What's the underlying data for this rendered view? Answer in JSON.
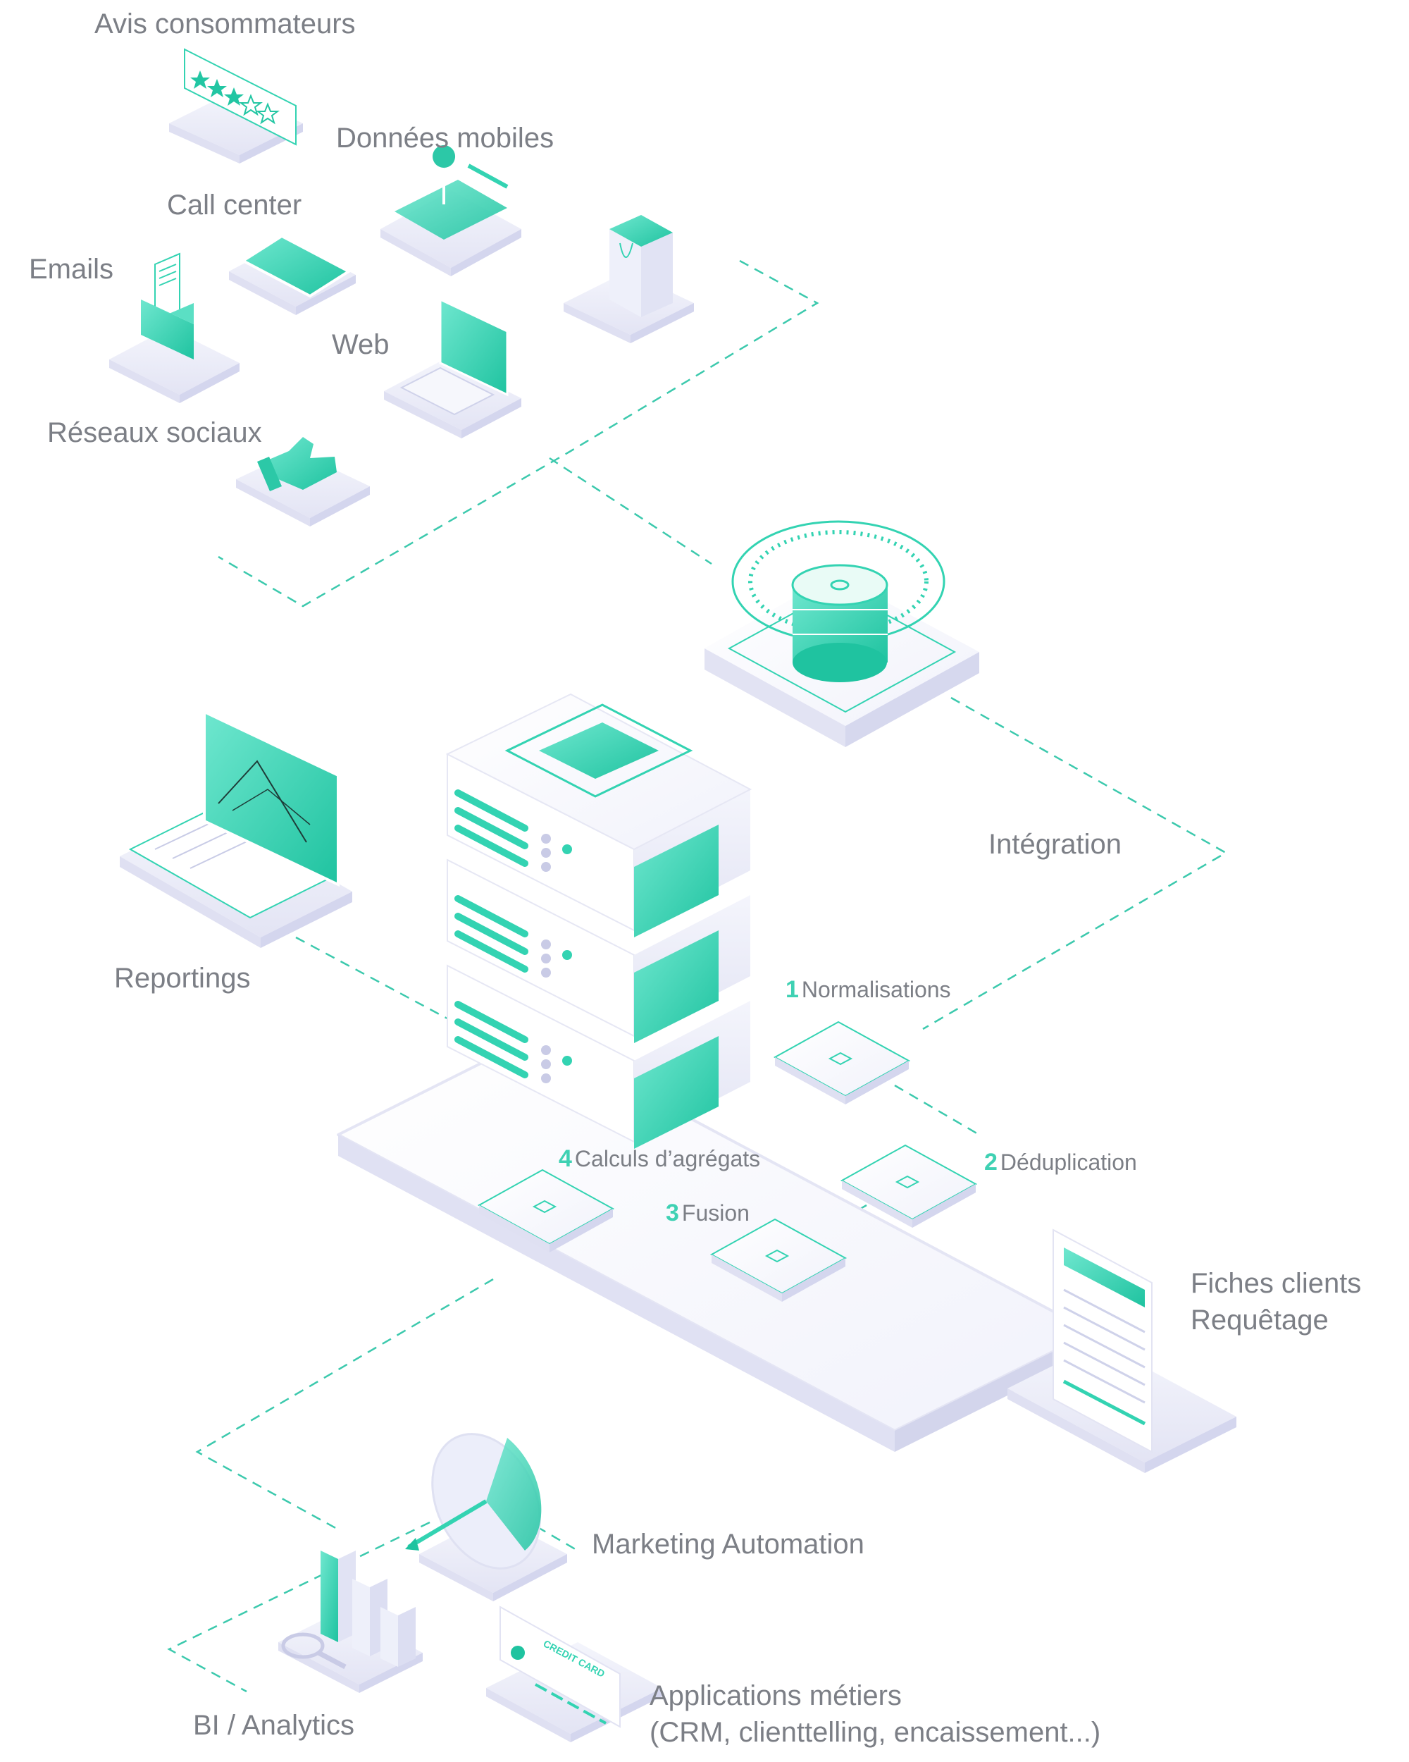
{
  "accent_color": "#33d3b2",
  "labels": {
    "avis": "Avis consommateurs",
    "donnees_mobiles": "Données mobiles",
    "call_center": "Call center",
    "emails": "Emails",
    "web": "Web",
    "reseaux_sociaux": "Réseaux sociaux",
    "integration": "Intégration",
    "reportings": "Reportings",
    "fiches_line1": "Fiches clients",
    "fiches_line2": "Requêtage",
    "marketing": "Marketing Automation",
    "bi": "BI / Analytics",
    "apps_line1": "Applications métiers",
    "apps_line2": "(CRM, clienttelling, encaissement...)",
    "credit_card": "CREDIT CARD"
  },
  "steps": [
    {
      "num": "1",
      "label": "Normalisations"
    },
    {
      "num": "2",
      "label": "Déduplication"
    },
    {
      "num": "3",
      "label": "Fusion"
    },
    {
      "num": "4",
      "label": "Calculs d’agrégats"
    }
  ]
}
